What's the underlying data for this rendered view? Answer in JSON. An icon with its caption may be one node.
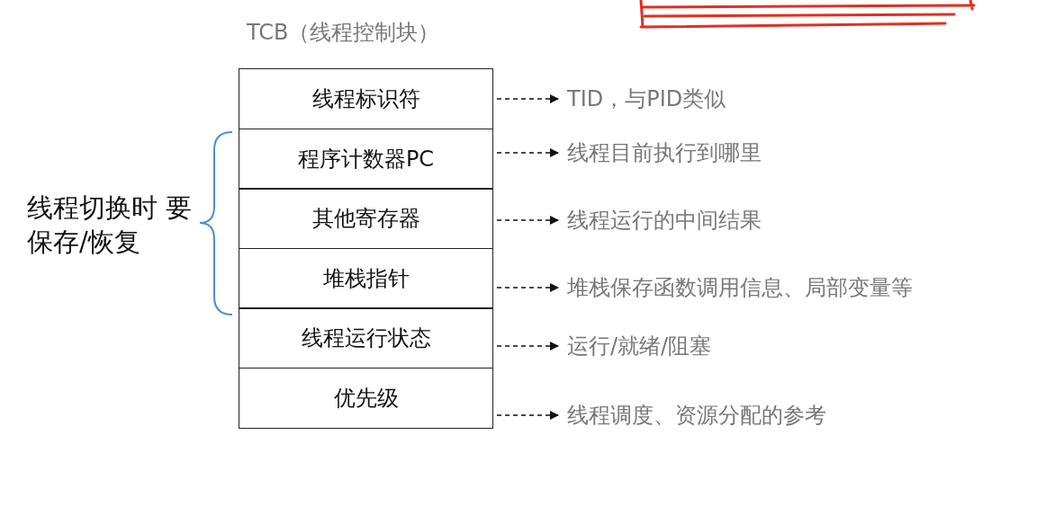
{
  "diagram": {
    "title": "TCB（线程控制块）",
    "nodes": [
      {
        "text": [
          "线程标识符"
        ]
      },
      {
        "text": [
          "程序计数器PC"
        ]
      },
      {
        "text": [
          "其他寄存器"
        ]
      },
      {
        "text": [
          "堆栈指针"
        ]
      },
      {
        "text": [
          "线程运行状态"
        ]
      },
      {
        "text": [
          "优先级"
        ]
      },
      {
        "text": [
          "TID，与PID类似"
        ]
      },
      {
        "text": [
          "线程目前执行到哪里"
        ]
      },
      {
        "text": [
          "线程运行的中间结果"
        ]
      },
      {
        "text": [
          "堆栈保存函数调用信息、局部变量等"
        ]
      },
      {
        "text": [
          "运行/就绪/阻塞"
        ]
      },
      {
        "text": [
          "线程调度、资源分配的参考"
        ]
      }
    ],
    "edges": [
      {
        "from": 0,
        "to": 6,
        "arrow": "to",
        "style": "dashed"
      },
      {
        "from": 1,
        "to": 7,
        "arrow": "to",
        "style": "dashed"
      },
      {
        "from": 2,
        "to": 8,
        "arrow": "to",
        "style": "dashed"
      },
      {
        "from": 3,
        "to": 9,
        "arrow": "to",
        "style": "dashed"
      },
      {
        "from": 4,
        "to": 10,
        "arrow": "to",
        "style": "dashed"
      },
      {
        "from": 5,
        "to": 11,
        "arrow": "to",
        "style": "dashed"
      }
    ],
    "labels": [
      "线程切换时 要保存/恢复"
    ]
  }
}
